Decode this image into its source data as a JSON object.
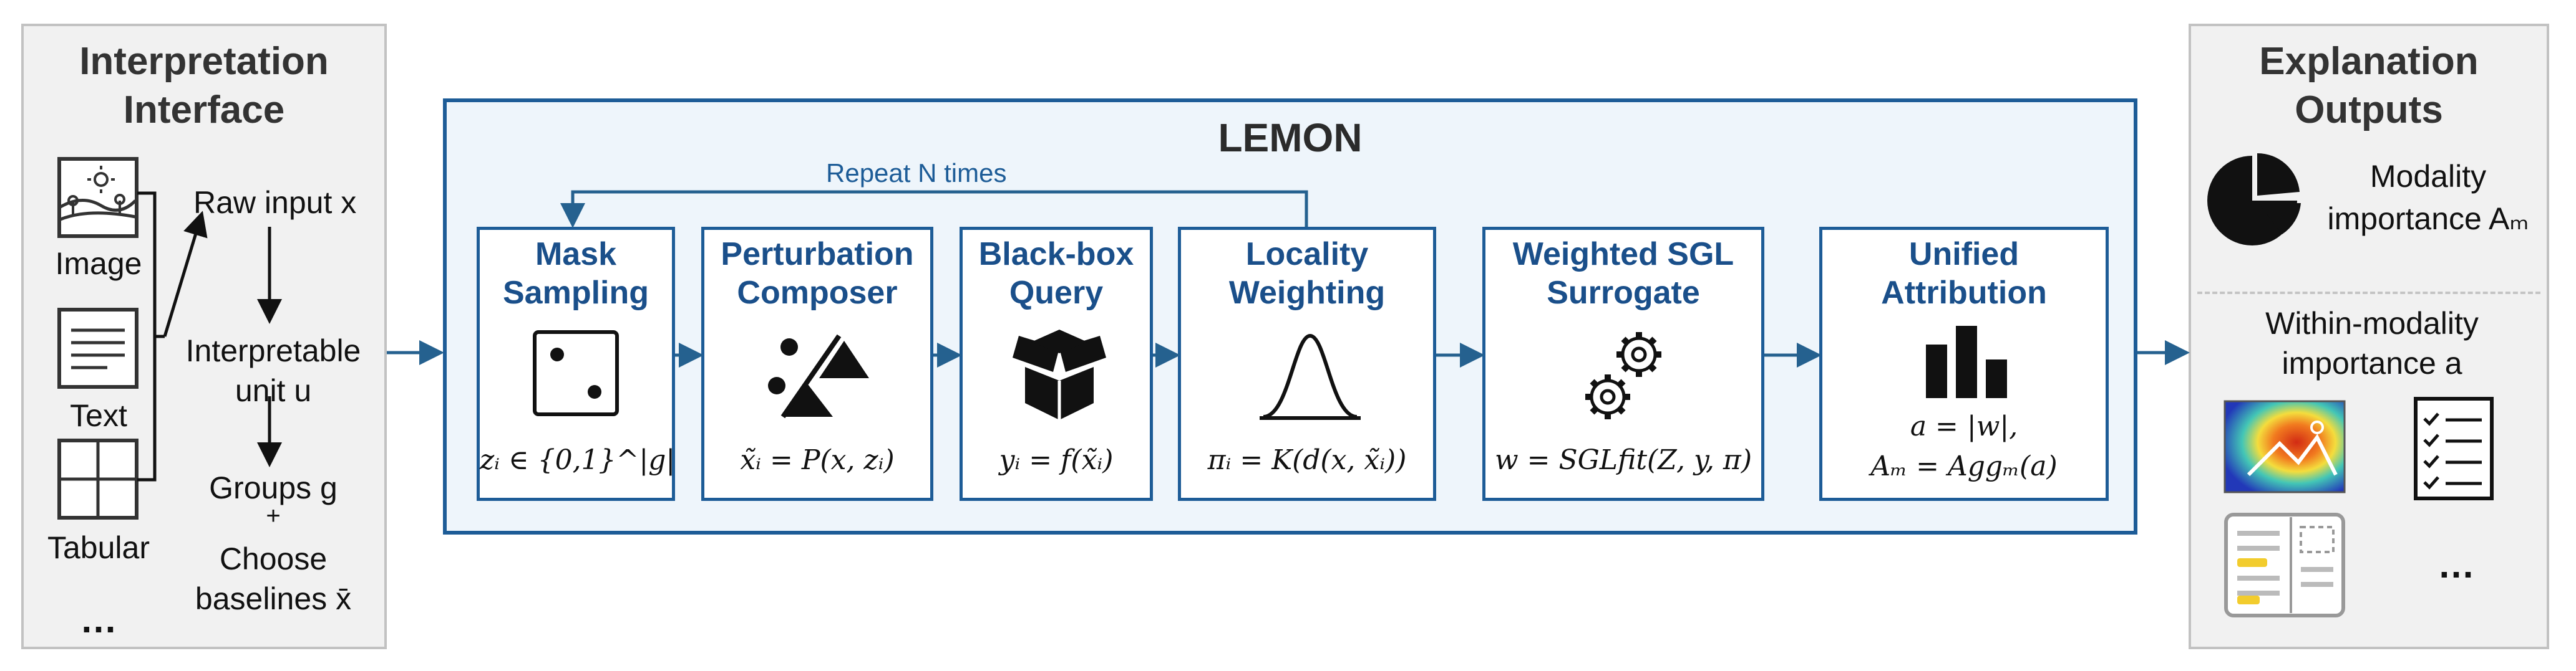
{
  "left": {
    "title_line1": "Interpretation",
    "title_line2": "Interface",
    "modalities": [
      "Image",
      "Text",
      "Tabular",
      "…"
    ],
    "raw_input": "Raw input x",
    "interp_unit_line1": "Interpretable",
    "interp_unit_line2": "unit u",
    "groups": "Groups g",
    "plus": "+",
    "choose": "Choose",
    "baselines": "baselines x̄"
  },
  "lemon": {
    "title": "LEMON",
    "repeat": "Repeat N times",
    "stages": [
      {
        "title1": "Mask",
        "title2": "Sampling",
        "formula": "zᵢ ∈ {0,1}^|g|",
        "icon": "dice-icon"
      },
      {
        "title1": "Perturbation",
        "title2": "Composer",
        "formula": "x̃ᵢ = P(x, zᵢ)",
        "icon": "shapes-icon"
      },
      {
        "title1": "Black-box",
        "title2": "Query",
        "formula": "yᵢ = f(x̃ᵢ)",
        "icon": "open-box-icon"
      },
      {
        "title1": "Locality",
        "title2": "Weighting",
        "formula": "πᵢ = K(d(x, x̃ᵢ))",
        "icon": "bell-curve-icon"
      },
      {
        "title1": "Weighted SGL",
        "title2": "Surrogate",
        "formula": "w = SGLfit(Z, y, π)",
        "icon": "gears-icon"
      },
      {
        "title1": "Unified",
        "title2": "Attribution",
        "formula1": "a = |w|,",
        "formula2": "Aₘ = Aggₘ(a)",
        "icon": "bar-chart-icon"
      }
    ]
  },
  "right": {
    "title_line1": "Explanation",
    "title_line2": "Outputs",
    "modality_line1": "Modality",
    "modality_line2": "importance Aₘ",
    "within_line1": "Within-modality",
    "within_line2": "importance a",
    "ellipsis": "…"
  },
  "colors": {
    "accent": "#1d5c97",
    "arrow": "#25618f",
    "panel_bg": "#eef5fb",
    "side_bg": "#f1f1f1"
  }
}
